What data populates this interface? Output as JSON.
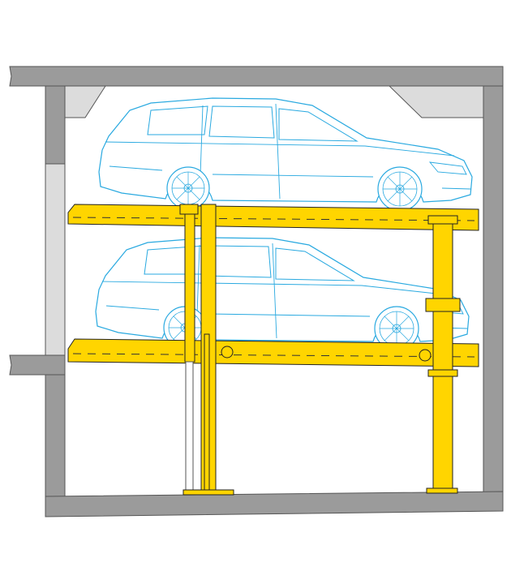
{
  "diagram": {
    "subject": "two-level-parking-lift",
    "colors": {
      "wall": "#9b9b9b",
      "wall_light": "#dcdcdc",
      "lift_steel": "#ffd500",
      "car_outline": "#29a9e0",
      "outline": "#333333"
    },
    "levels": 2,
    "cars": 2
  }
}
